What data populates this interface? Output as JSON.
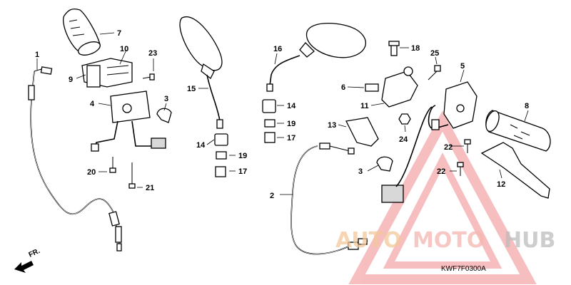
{
  "diagram": {
    "code": "KWF7F0300A",
    "direction_label": "FR.",
    "watermark": {
      "parts": [
        "AUTO",
        "MOTO",
        "HUB"
      ],
      "colors": [
        "#f3c89a",
        "#f5b6b0",
        "#bdbdbd"
      ]
    },
    "callouts": [
      {
        "id": "c1",
        "label": "1"
      },
      {
        "id": "c2",
        "label": "2"
      },
      {
        "id": "c3a",
        "label": "3"
      },
      {
        "id": "c3b",
        "label": "3"
      },
      {
        "id": "c4",
        "label": "4"
      },
      {
        "id": "c5",
        "label": "5"
      },
      {
        "id": "c6",
        "label": "6"
      },
      {
        "id": "c7",
        "label": "7"
      },
      {
        "id": "c8",
        "label": "8"
      },
      {
        "id": "c9",
        "label": "9"
      },
      {
        "id": "c10",
        "label": "10"
      },
      {
        "id": "c11",
        "label": "11"
      },
      {
        "id": "c12",
        "label": "12"
      },
      {
        "id": "c13",
        "label": "13"
      },
      {
        "id": "c14a",
        "label": "14"
      },
      {
        "id": "c14b",
        "label": "14"
      },
      {
        "id": "c15",
        "label": "15"
      },
      {
        "id": "c16",
        "label": "16"
      },
      {
        "id": "c17a",
        "label": "17"
      },
      {
        "id": "c17b",
        "label": "17"
      },
      {
        "id": "c18",
        "label": "18"
      },
      {
        "id": "c19a",
        "label": "19"
      },
      {
        "id": "c19b",
        "label": "19"
      },
      {
        "id": "c20",
        "label": "20"
      },
      {
        "id": "c21",
        "label": "21"
      },
      {
        "id": "c22a",
        "label": "22"
      },
      {
        "id": "c22b",
        "label": "22"
      },
      {
        "id": "c23",
        "label": "23"
      },
      {
        "id": "c24",
        "label": "24"
      },
      {
        "id": "c25",
        "label": "25"
      }
    ]
  }
}
